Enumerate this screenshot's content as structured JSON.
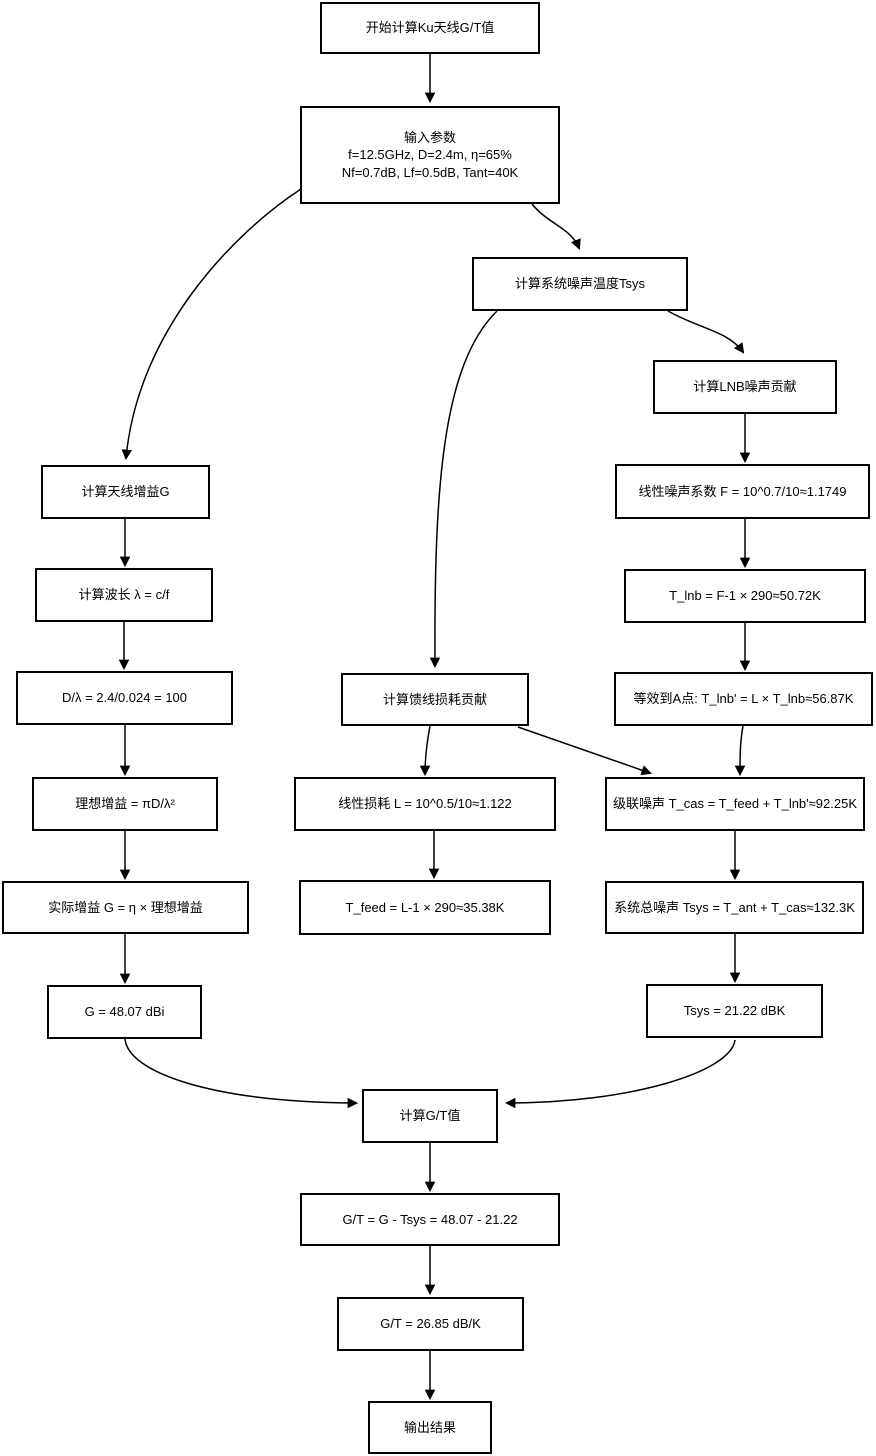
{
  "diagram": {
    "type": "flowchart",
    "topic": "Ku antenna G/T calculation"
  },
  "colors": {
    "box_border": "#000000",
    "box_fill": "#ffffff",
    "arrow": "#000000",
    "text": "#000000",
    "background": "#ffffff"
  },
  "nodes": {
    "start": {
      "label": "开始计算Ku天线G/T值"
    },
    "input": {
      "title": "输入参数",
      "params_line1": "f=12.5GHz, D=2.4m, η=65%",
      "params_line2": "Nf=0.7dB, Lf=0.5dB, Tant=40K"
    },
    "calc_tsys": {
      "label": "计算系统噪声温度Tsys"
    },
    "calc_lnb": {
      "label": "计算LNB噪声贡献"
    },
    "calc_gain": {
      "label": "计算天线增益G"
    },
    "calc_lambda": {
      "label": "计算波长 λ = c/f"
    },
    "d_over_lambda": {
      "label": "D/λ = 2.4/0.024 = 100"
    },
    "ideal_gain": {
      "label": "理想增益 = πD/λ²"
    },
    "actual_gain": {
      "label": "实际增益 G = η × 理想增益"
    },
    "gain_result": {
      "label": "G = 48.07 dBi"
    },
    "calc_feed": {
      "label": "计算馈线损耗贡献"
    },
    "linear_loss": {
      "label": "线性损耗 L = 10^0.5/10≈1.122"
    },
    "t_feed": {
      "label": "T_feed = L-1 × 290≈35.38K"
    },
    "noise_factor": {
      "label": "线性噪声系数 F = 10^0.7/10≈1.1749"
    },
    "t_lnb": {
      "label": "T_lnb = F-1 × 290≈50.72K"
    },
    "t_lnb_ref": {
      "label": "等效到A点: T_lnb' = L × T_lnb≈56.87K"
    },
    "t_cascade": {
      "label": "级联噪声 T_cas = T_feed + T_lnb'≈92.25K"
    },
    "tsys_total": {
      "label": "系统总噪声 Tsys = T_ant + T_cas≈132.3K"
    },
    "tsys_db": {
      "label": "Tsys = 21.22 dBK"
    },
    "calc_gt": {
      "label": "计算G/T值"
    },
    "gt_formula": {
      "label": "G/T = G - Tsys = 48.07 - 21.22"
    },
    "gt_result": {
      "label": "G/T = 26.85 dB/K"
    },
    "output": {
      "label": "输出结果"
    }
  }
}
